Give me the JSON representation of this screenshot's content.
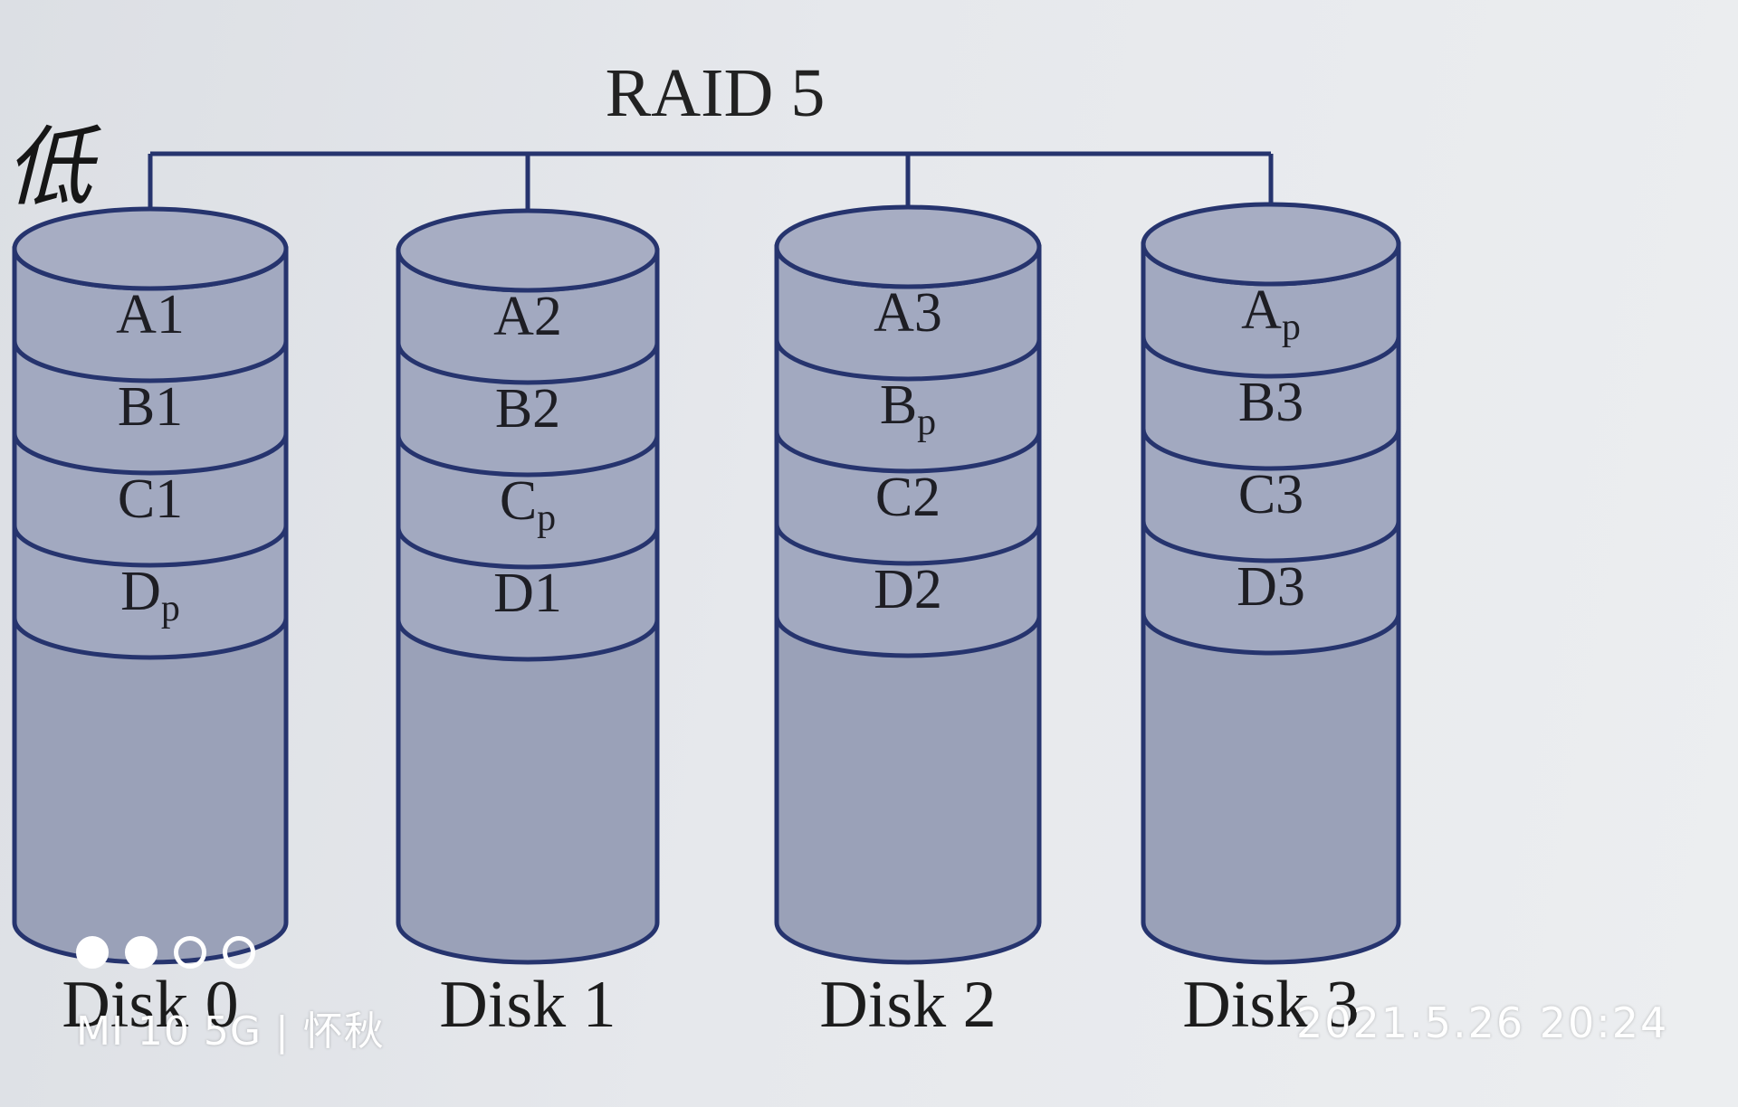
{
  "diagram": {
    "title": "RAID 5",
    "handwritten_note": "低",
    "colors": {
      "line": "#26346e",
      "disk_body": "#9aa1b8",
      "disk_band": "#a2a9c0",
      "disk_top": "#a7adc3",
      "background": "#e6e8ec"
    },
    "disks": [
      {
        "label": "Disk 0",
        "blocks": [
          {
            "base": "A1",
            "sub": ""
          },
          {
            "base": "B1",
            "sub": ""
          },
          {
            "base": "C1",
            "sub": ""
          },
          {
            "base": "D",
            "sub": "p"
          }
        ]
      },
      {
        "label": "Disk 1",
        "blocks": [
          {
            "base": "A2",
            "sub": ""
          },
          {
            "base": "B2",
            "sub": ""
          },
          {
            "base": "C",
            "sub": "p"
          },
          {
            "base": "D1",
            "sub": ""
          }
        ]
      },
      {
        "label": "Disk 2",
        "blocks": [
          {
            "base": "A3",
            "sub": ""
          },
          {
            "base": "B",
            "sub": "p"
          },
          {
            "base": "C2",
            "sub": ""
          },
          {
            "base": "D2",
            "sub": ""
          }
        ]
      },
      {
        "label": "Disk 3",
        "blocks": [
          {
            "base": "A",
            "sub": "p"
          },
          {
            "base": "B3",
            "sub": ""
          },
          {
            "base": "C3",
            "sub": ""
          },
          {
            "base": "D3",
            "sub": ""
          }
        ]
      }
    ]
  },
  "watermark": {
    "device": "MI 10 5G | 怀秋",
    "timestamp": "2021.5.26 20:24",
    "indicator_dots": [
      true,
      true,
      false,
      false
    ]
  }
}
